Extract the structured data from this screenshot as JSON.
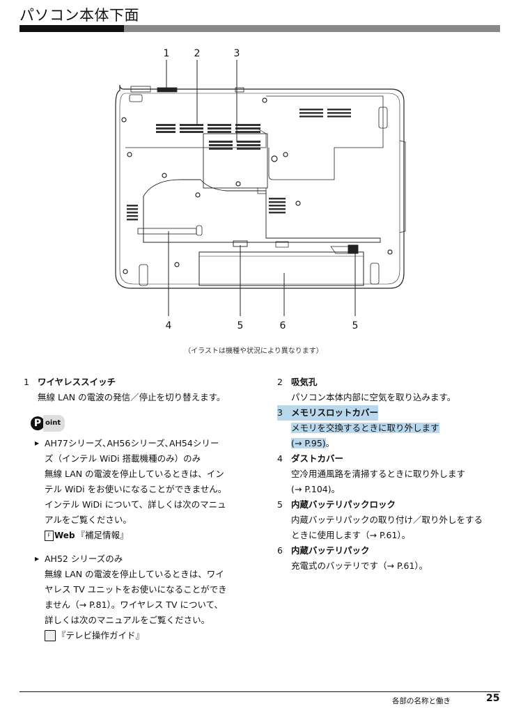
{
  "page": {
    "title": "パソコン本体下面",
    "caption": "（イラストは機種や状況により異なります）",
    "footer_section": "各部の名称と働き",
    "footer_page": "25"
  },
  "diagram": {
    "callouts_top": [
      "1",
      "2",
      "3"
    ],
    "callouts_bottom": [
      "4",
      "5",
      "6",
      "5"
    ]
  },
  "items": [
    {
      "num": "1",
      "title": "ワイヤレススイッチ",
      "desc": [
        "無線 LAN の電波の発信／停止を切り替えます。"
      ]
    },
    {
      "num": "2",
      "title": "吸気孔",
      "desc": [
        "パソコン本体内部に空気を取り込みます。"
      ]
    },
    {
      "num": "3",
      "title": "メモリスロットカバー",
      "desc": [
        "メモリを交換するときに取り外します",
        "(→ P.95)",
        "。"
      ]
    },
    {
      "num": "4",
      "title": "ダストカバー",
      "desc": [
        "空冷用通風路を清掃するときに取り外します",
        "(→ P.104)。"
      ]
    },
    {
      "num": "5",
      "title": "内蔵バッテリパックロック",
      "desc": [
        "内蔵バッテリパックの取り付け／取り外しをする",
        "ときに使用します（→ P.61）。"
      ]
    },
    {
      "num": "6",
      "title": "内蔵バッテリパック",
      "desc": [
        "充電式のバッテリです（→ P.61）。"
      ]
    }
  ],
  "point": {
    "badge_p": "P",
    "badge_rest": "oint",
    "bullets": [
      {
        "lines": [
          "AH77シリーズ､AH56シリーズ､AH54シリー",
          "ズ（インテル WiDi 搭載機種のみ）のみ",
          "無線 LAN の電波を停止しているときは、イン",
          "テル WiDi をお使いになることができません。",
          "インテル WiDi について、詳しくは次のマニュ",
          "アルをご覧ください。"
        ],
        "ref_icon_box": "Ｆ",
        "ref_icon_label": "Web",
        "ref": "『補足情報』"
      },
      {
        "lines": [
          "AH52 シリーズのみ",
          "無線 LAN の電波を停止しているときは、ワイ",
          "ヤレス TV ユニットをお使いになることができ",
          "ません（→ P.81）。ワイヤレス TV について、",
          "詳しくは次のマニュアルをご覧ください。"
        ],
        "ref": "『テレビ操作ガイド』"
      }
    ]
  }
}
